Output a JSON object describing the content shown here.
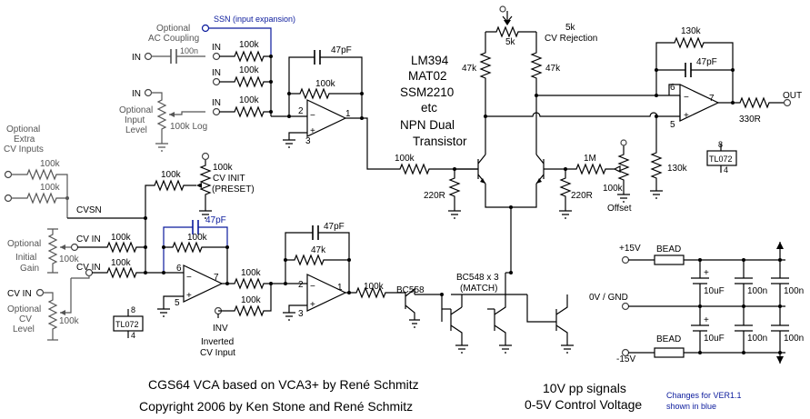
{
  "schematic": {
    "title_line1": "CGS64 VCA based on VCA3+ by  René Schmitz",
    "title_line2": "Copyright 2006 by Ken Stone and  René Schmitz",
    "signals_line1": "10V pp signals",
    "signals_line2": "0-5V Control Voltage",
    "changes_line1": "Changes for VER1.1",
    "changes_line2": "shown in blue",
    "transistor_note": [
      "LM394",
      "MAT02",
      "SSM2210",
      "etc",
      "NPN Dual",
      "Transistor"
    ],
    "labels": {
      "ssn": "SSN (input expansion)",
      "optional_ac_1": "Optional",
      "optional_ac_2": "AC Coupling",
      "in": "IN",
      "cap_100n": "100n",
      "r100k": "100k",
      "r47k": "47k",
      "r130k": "130k",
      "r330r": "330R",
      "r220r": "220R",
      "r1m": "1M",
      "r5k": "5k",
      "cap_47pf": "47pF",
      "cap_10uf": "10uF",
      "opt_input_1": "Optional",
      "opt_input_2": "Input",
      "opt_input_3": "Level",
      "pot_100k_log": "100k Log",
      "opt_extra_1": "Optional",
      "opt_extra_2": "Extra",
      "opt_extra_3": "CV Inputs",
      "cvsn": "CVSN",
      "cv_in": "CV IN",
      "cv_init_1": "100k",
      "cv_init_2": "CV INIT",
      "cv_init_3": "(PRESET)",
      "opt_gain_1": "Optional",
      "opt_gain_2": "Initial",
      "opt_gain_3": "Gain",
      "opt_cv_1": "Optional",
      "opt_cv_2": "CV",
      "opt_cv_3": "Level",
      "inv_1": "INV",
      "inv_2": "Inverted",
      "inv_3": "CV Input",
      "tl072": "TL072",
      "pin8": "8",
      "pin4": "4",
      "pin5": "5",
      "pin6": "6",
      "pin7": "7",
      "pin1": "1",
      "pin2": "2",
      "pin3": "3",
      "bc558": "BC558",
      "bc548": "BC548 x 3",
      "match": "(MATCH)",
      "cv_rejection_1": "5k",
      "cv_rejection_2": "CV Rejection",
      "offset": "Offset",
      "out": "OUT",
      "plus15": "+15V",
      "minus15": "-15V",
      "gnd": "0V / GND",
      "bead": "BEAD",
      "plus": "+"
    }
  }
}
